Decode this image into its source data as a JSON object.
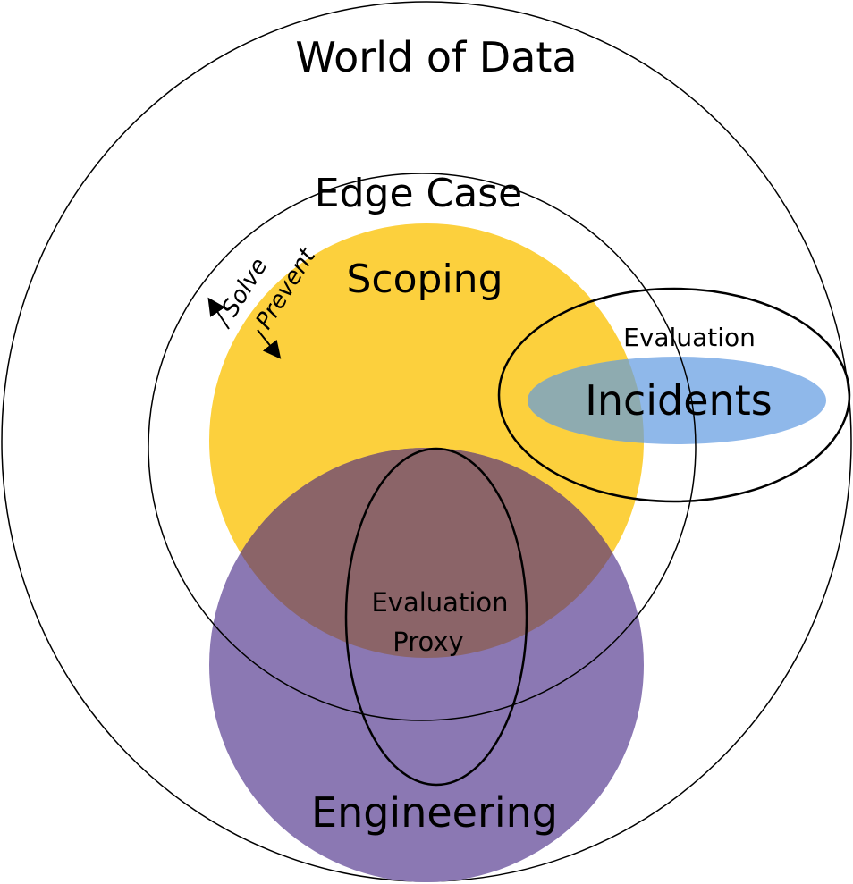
{
  "title": "World of Data",
  "labels": {
    "edge_case": "Edge Case",
    "scoping": "Scoping",
    "solve": "Solve",
    "prevent": "Prevent",
    "evaluation": "Evaluation",
    "incidents": "Incidents",
    "evaluation_proxy_line1": "Evaluation",
    "evaluation_proxy_line2": "Proxy",
    "engineering": "Engineering"
  },
  "colors": {
    "scoping": "#fcd03d",
    "engineering": "#8b78b3",
    "overlap": "#8b6468",
    "incidents": "#8fb8ea",
    "incidents_overlap": "#8eabb0",
    "outline": "#000000"
  }
}
